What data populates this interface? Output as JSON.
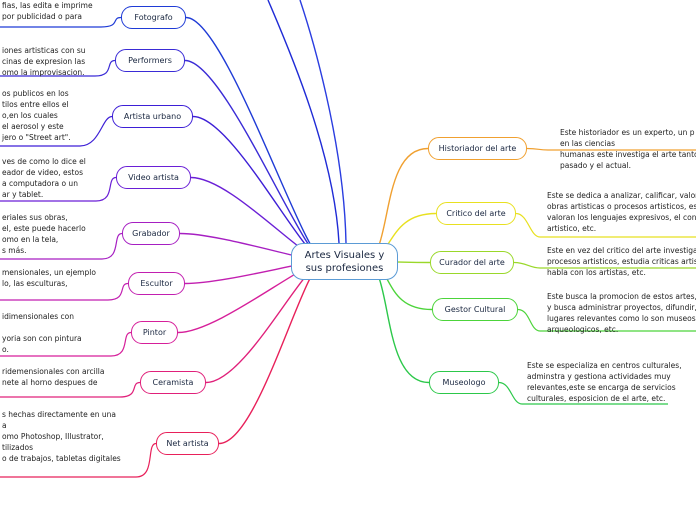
{
  "center": {
    "label_line1": "Artes Visuales y",
    "label_line2": "sus profesiones",
    "color": "#5b9bd5"
  },
  "left_nodes": [
    {
      "label": "Fotografo",
      "color": "#1f3bd6",
      "note": [
        "fias, las edita e imprime",
        "por publicidad o para"
      ]
    },
    {
      "label": "Performers",
      "color": "#3a2bd6",
      "note": [
        "iones artisticas con su",
        "cinas de expresion las",
        "omo la improvisacion."
      ]
    },
    {
      "label": "Artista urbano",
      "color": "#3d1fd6",
      "note": [
        "os publicos en los",
        "tilos entre ellos el",
        "o,en los cuales",
        "el aerosol y este",
        "jero o \"Street art\"."
      ]
    },
    {
      "label": "Video artista",
      "color": "#6a1fd6",
      "note": [
        "ves de como lo dice el",
        "eador de video, estos",
        "a computadora o un",
        "ar y tablet."
      ]
    },
    {
      "label": "Grabador",
      "color": "#a61fc2",
      "note": [
        "eriales sus obras,",
        "el, este puede hacerlo",
        "omo en la tela,",
        "s más."
      ]
    },
    {
      "label": "Escultor",
      "color": "#c21fb0",
      "note": [
        "mensionales, un ejemplo",
        "lo, las esculturas,"
      ]
    },
    {
      "label": "Pintor",
      "color": "#d61f9a",
      "note": [
        "idimensionales con",
        "",
        "yoria son con pintura",
        "o."
      ]
    },
    {
      "label": "Ceramista",
      "color": "#e0207a",
      "note": [
        "ridemensionales con arcilla",
        "nete al horno despues de"
      ]
    },
    {
      "label": "Net artista",
      "color": "#e8205a",
      "note": [
        "s hechas directamente en una",
        "a",
        "omo Photoshop, Illustrator,",
        "tilizados",
        "o de trabajos, tabletas digitales"
      ]
    }
  ],
  "right_nodes": [
    {
      "label": "Historiador del arte",
      "color": "#f0a030",
      "note": [
        "Este historiador es un experto, un p",
        "en las ciencias",
        "humanas este investiga el arte tanto",
        "pasado y el actual."
      ]
    },
    {
      "label": "Critico del arte",
      "color": "#e8e020",
      "note": [
        "Este se dedica a analizar, calificar, valor",
        "obras artisticas o procesos artisticos, es",
        "valoran los lenguajes expresivos, el con",
        "artistico, etc."
      ]
    },
    {
      "label": "Curador del arte",
      "color": "#9ad82a",
      "note": [
        "Este en vez del critico del arte investiga",
        "procesos artisticos, estudia criticas artis",
        "habla con los artistas, etc."
      ]
    },
    {
      "label": "Gestor  Cultural",
      "color": "#4cd43a",
      "note": [
        "Este busca la promocion de estos artes, cre",
        "y busca administrar proyectos, difundir, est",
        "lugares relevantes como lo son museos, pa",
        "arqueologicos, etc."
      ]
    },
    {
      "label": "Museologo",
      "color": "#2cc84a",
      "note": [
        "Este se especializa en centros culturales,",
        "adminstra y gestiona actividades muy",
        "relevantes,este se encarga de servicios",
        "culturales, esposicion de el arte, etc."
      ]
    }
  ]
}
